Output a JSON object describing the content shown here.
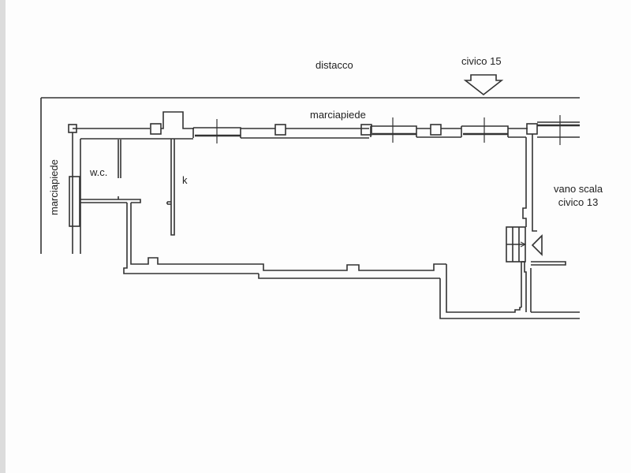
{
  "plan": {
    "labels": {
      "distacco": "distacco",
      "civico_15": "civico 15",
      "marciapiede_top": "marciapiede",
      "marciapiede_left": "marciapiede",
      "wc": "w.c.",
      "kitchen": "k",
      "vano_scala_line1": "vano scala",
      "vano_scala_line2": "civico 13"
    },
    "icons": {
      "entrance_arrow": "down-arrow-outline",
      "stair_entry_arrow": "left-triangle-outline"
    },
    "colors": {
      "line": "#333333",
      "background": "#fdfdfd",
      "margin_strip": "#dcdcdc"
    }
  }
}
